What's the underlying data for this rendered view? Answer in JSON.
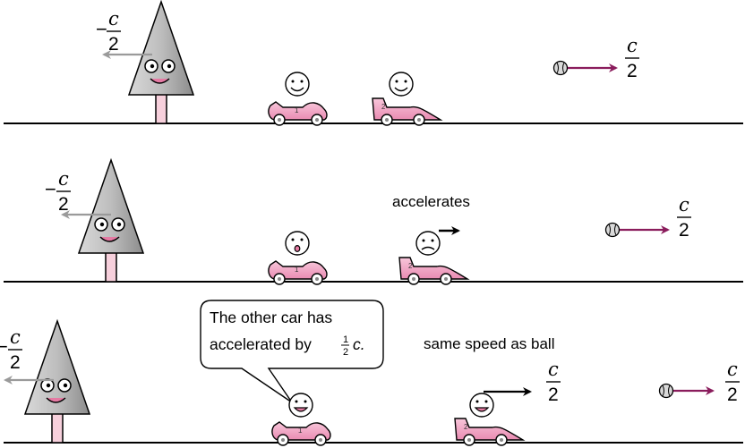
{
  "panel1": {
    "tree_velocity": {
      "sign": "−",
      "numerator": "c",
      "denominator": "2"
    },
    "car1_number": "1",
    "car2_number": "2",
    "ball_velocity": {
      "numerator": "c",
      "denominator": "2"
    }
  },
  "panel2": {
    "tree_velocity": {
      "sign": "−",
      "numerator": "c",
      "denominator": "2"
    },
    "car1_number": "1",
    "car2_number": "2",
    "car2_label": "accelerates",
    "ball_velocity": {
      "numerator": "c",
      "denominator": "2"
    }
  },
  "panel3": {
    "tree_velocity": {
      "sign": "−",
      "numerator": "c",
      "denominator": "2"
    },
    "car1_number": "1",
    "car2_number": "2",
    "speech_bubble": {
      "line1": "The other car has",
      "line2_prefix": "accelerated by ",
      "fraction_numerator": "1",
      "fraction_denominator": "2",
      "line2_suffix": "c."
    },
    "car2_label": "same speed as ball",
    "car2_velocity": {
      "numerator": "c",
      "denominator": "2"
    },
    "ball_velocity": {
      "numerator": "c",
      "denominator": "2"
    }
  },
  "colors": {
    "ball_arrow": "#8a1c5c",
    "car_arrow": "#000000",
    "tree_arrow": "#9a9a9a",
    "tree": "#b3b3b3",
    "trunk": "#f7d0dc",
    "car": "#f2a6c4"
  }
}
